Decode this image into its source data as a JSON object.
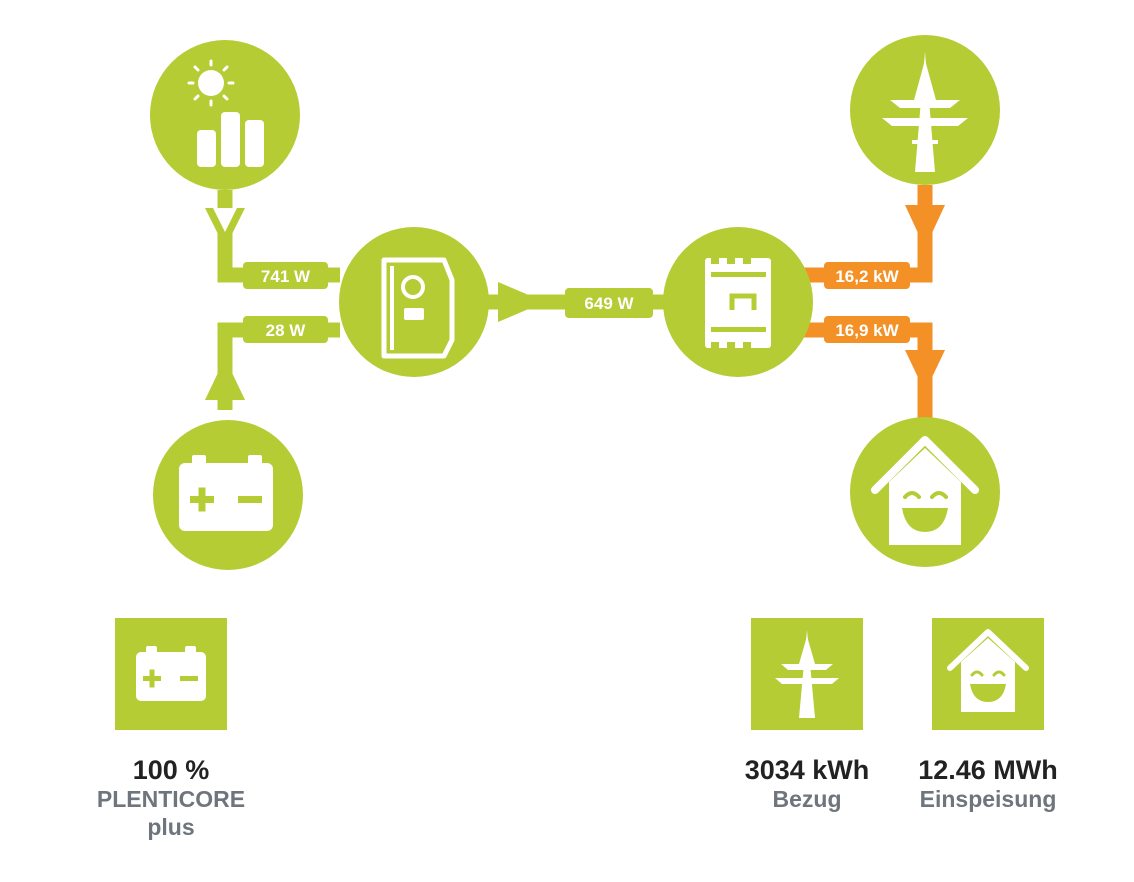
{
  "colors": {
    "green": "#b5cc34",
    "orange": "#f39026",
    "white": "#ffffff",
    "value_text": "#222222",
    "label_text": "#6f757c"
  },
  "nodes": {
    "solar": {
      "icon": "solar-panel-icon"
    },
    "inverter": {
      "icon": "inverter-icon"
    },
    "battery": {
      "icon": "battery-icon"
    },
    "meter": {
      "icon": "energy-meter-icon"
    },
    "grid": {
      "icon": "power-pylon-icon"
    },
    "home": {
      "icon": "smiling-house-icon"
    }
  },
  "flows": {
    "solar_to_inverter": "741 W",
    "battery_to_inverter": "28 W",
    "inverter_to_meter": "649 W",
    "grid_to_meter": "16,2 kW",
    "meter_to_home": "16,9 kW"
  },
  "stats": {
    "battery": {
      "value": "100 %",
      "label_line1": "PLENTICORE",
      "label_line2": "plus",
      "icon": "battery-icon"
    },
    "bezug": {
      "value": "3034 kWh",
      "label": "Bezug",
      "icon": "power-pylon-icon"
    },
    "einspeisung": {
      "value": "12.46 MWh",
      "label": "Einspeisung",
      "icon": "smiling-house-icon"
    }
  }
}
